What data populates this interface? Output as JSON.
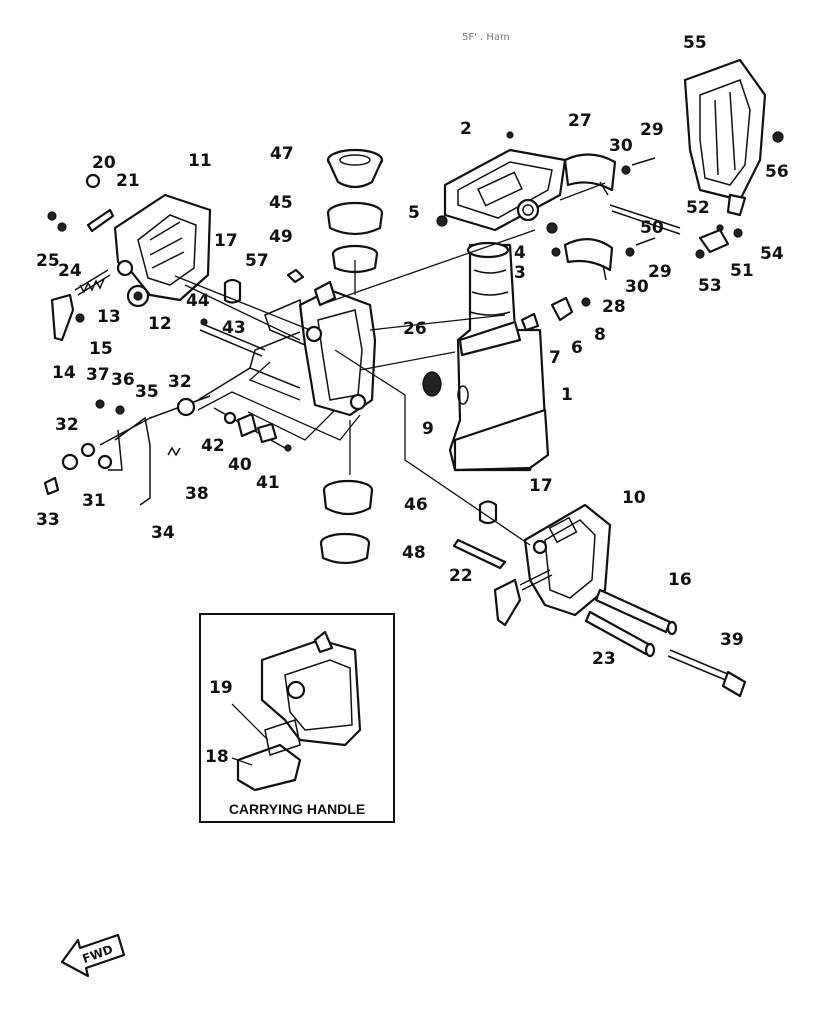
{
  "header_note": "5F' . Ham",
  "inset_title": "CARRYING HANDLE",
  "direction_label": "FWD",
  "part_numbers": {
    "p1": "1",
    "p2": "2",
    "p3": "3",
    "p4": "4",
    "p5": "5",
    "p6": "6",
    "p7": "7",
    "p8": "8",
    "p9": "9",
    "p10": "10",
    "p11": "11",
    "p12": "12",
    "p13": "13",
    "p14": "14",
    "p15": "15",
    "p16": "16",
    "p17a": "17",
    "p17b": "17",
    "p18": "18",
    "p19": "19",
    "p20": "20",
    "p21": "21",
    "p22": "22",
    "p23": "23",
    "p24": "24",
    "p25": "25",
    "p26": "26",
    "p27": "27",
    "p28": "28",
    "p29a": "29",
    "p29b": "29",
    "p30a": "30",
    "p30b": "30",
    "p31": "31",
    "p32a": "32",
    "p32b": "32",
    "p33": "33",
    "p34": "34",
    "p35": "35",
    "p36": "36",
    "p37": "37",
    "p38": "38",
    "p39": "39",
    "p40": "40",
    "p41": "41",
    "p42": "42",
    "p43": "43",
    "p44": "44",
    "p45": "45",
    "p46": "46",
    "p47": "47",
    "p48": "48",
    "p49": "49",
    "p50": "50",
    "p51": "51",
    "p52": "52",
    "p53": "53",
    "p54": "54",
    "p55": "55",
    "p56": "56",
    "p57": "57"
  }
}
